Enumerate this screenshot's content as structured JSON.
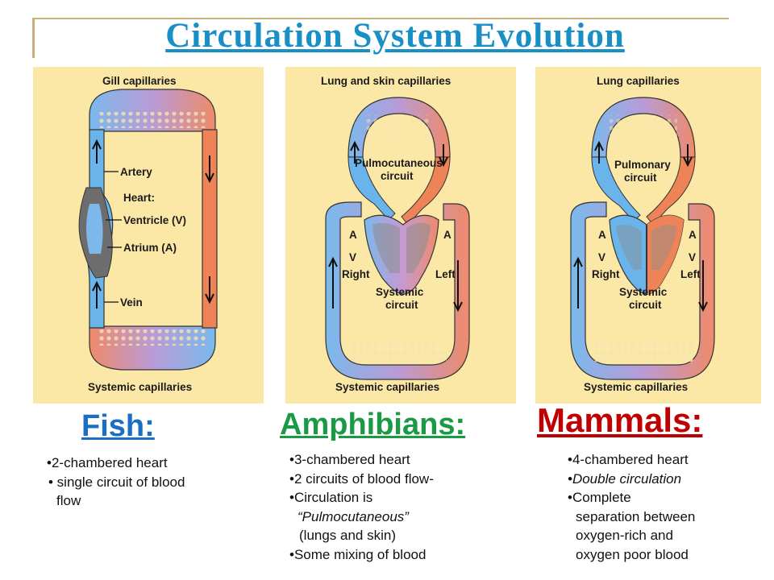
{
  "title": "Circulation System Evolution",
  "colors": {
    "title": "#1a8fc6",
    "fish_heading": "#1a6fc4",
    "amphibians_heading": "#1a9a45",
    "mammals_heading": "#c00000",
    "panel_bg": "#fbe7a6",
    "oxygen_poor": "#6ab4ec",
    "oxygen_rich": "#ef8358",
    "heart": "#6d6d6d"
  },
  "fish": {
    "labels": {
      "top": "Gill capillaries",
      "artery": "Artery",
      "heart": "Heart:",
      "ventricle": "Ventricle (V)",
      "atrium": "Atrium (A)",
      "vein": "Vein",
      "bottom": "Systemic capillaries"
    },
    "heading": "Fish:",
    "bullets": [
      "•2-chambered heart",
      "• single circuit of blood",
      "  flow"
    ]
  },
  "amphibians": {
    "labels": {
      "top": "Lung and skin capillaries",
      "circuit_1": "Pulmocutaneous",
      "circuit_2": "circuit",
      "a_right": "A",
      "v_right": "V",
      "right": "Right",
      "a_left": "A",
      "left": "Left",
      "systemic_1": "Systemic",
      "systemic_2": "circuit",
      "bottom": "Systemic capillaries"
    },
    "heading": "Amphibians:",
    "bullets": [
      "•3-chambered heart",
      "•2 circuits of blood flow-",
      "•Circulation is",
      "“Pulmocutaneous”",
      " (lungs and skin)",
      "•Some mixing of blood"
    ]
  },
  "mammals": {
    "labels": {
      "top": "Lung capillaries",
      "circuit_1": "Pulmonary",
      "circuit_2": "circuit",
      "a_right": "A",
      "v_right": "V",
      "right": "Right",
      "a_left": "A",
      "v_left": "V",
      "left": "Left",
      "systemic_1": "Systemic",
      "systemic_2": "circuit",
      "bottom": "Systemic capillaries"
    },
    "heading": "Mammals:",
    "bullets": [
      "•4-chambered heart",
      "•Double circulation",
      "•Complete",
      " separation between",
      " oxygen-rich and",
      " oxygen poor blood"
    ]
  }
}
